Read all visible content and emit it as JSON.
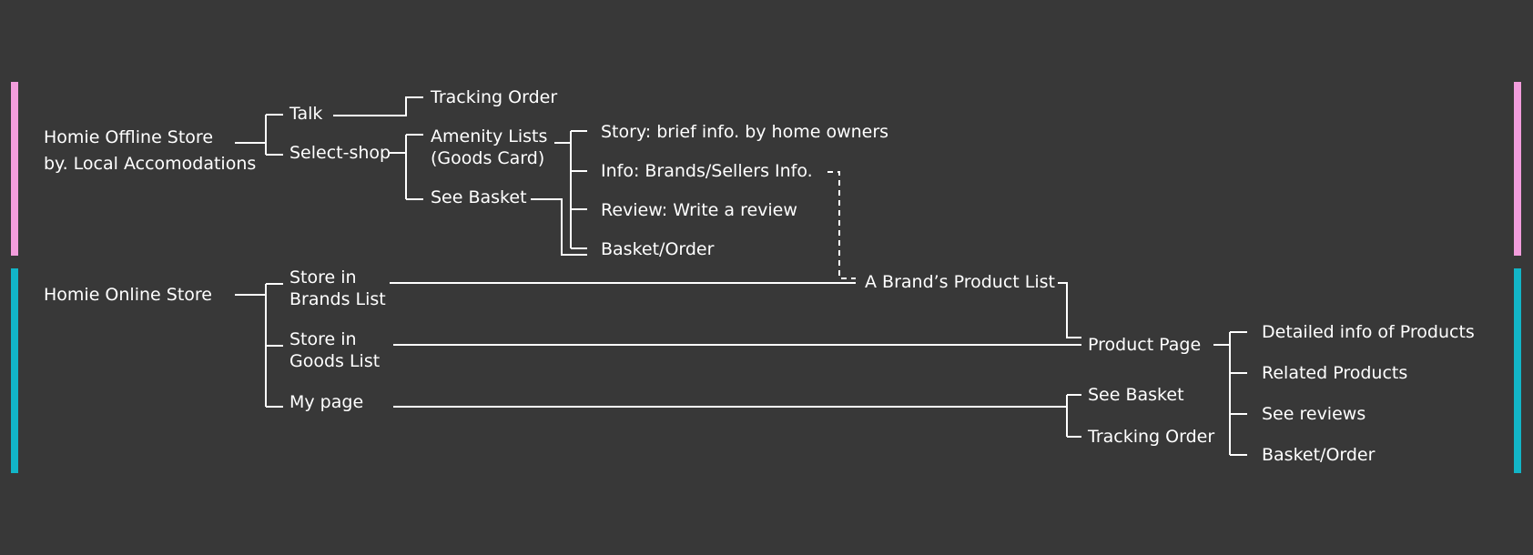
{
  "colors": {
    "background": "#383838",
    "text": "#ffffff",
    "offline_accent": "#f39ddc",
    "online_accent": "#12b5c7"
  },
  "offline": {
    "root": [
      "Homie Offline Store",
      "by. Local Accomodations"
    ],
    "talk": "Talk",
    "select_shop": "Select-shop",
    "tracking_order": "Tracking Order",
    "amenity_lists": [
      "Amenity Lists",
      "(Goods Card)"
    ],
    "see_basket": "See Basket",
    "story": "Story: brief info. by home owners",
    "info": "Info: Brands/Sellers Info.",
    "review": "Review: Write a review",
    "basket_order": "Basket/Order"
  },
  "online": {
    "root": "Homie Online Store",
    "store_brands": [
      "Store in",
      "Brands List"
    ],
    "store_goods": [
      "Store in",
      "Goods List"
    ],
    "my_page": "My page",
    "brand_product_list": "A Brand’s Product List",
    "product_page": "Product Page",
    "see_basket": "See Basket",
    "tracking_order": "Tracking Order",
    "detailed_info": "Detailed info of Products",
    "related_products": "Related Products",
    "see_reviews": "See reviews",
    "basket_order": "Basket/Order"
  }
}
